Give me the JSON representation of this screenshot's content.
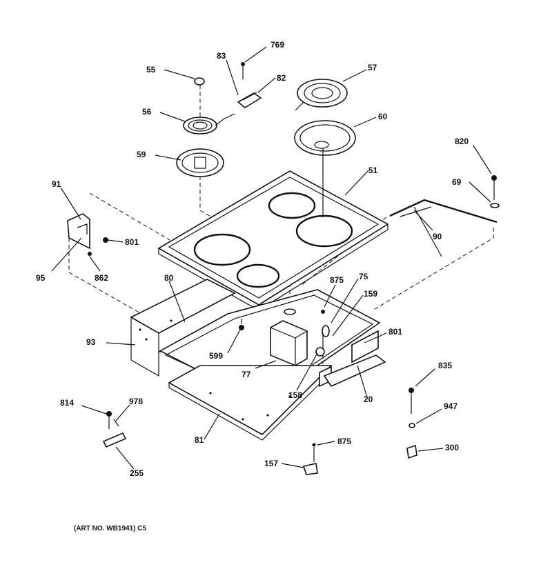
{
  "diagram": {
    "caption": "(ART NO. WB1941) C5",
    "part_labels": {
      "p769": "769",
      "p55": "55",
      "p83": "83",
      "p82": "82",
      "p57": "57",
      "p56": "56",
      "p60": "60",
      "p59": "59",
      "p820": "820",
      "p51": "51",
      "p91": "91",
      "p69": "69",
      "p801a": "801",
      "p90": "90",
      "p95": "95",
      "p862": "862",
      "p80": "80",
      "p875a": "875",
      "p75": "75",
      "p159": "159",
      "p801b": "801",
      "p93": "93",
      "p599": "599",
      "p77": "77",
      "p158": "158",
      "p20": "20",
      "p835": "835",
      "p814": "814",
      "p978": "978",
      "p947": "947",
      "p81": "81",
      "p875b": "875",
      "p300": "300",
      "p157": "157",
      "p255": "255"
    }
  }
}
